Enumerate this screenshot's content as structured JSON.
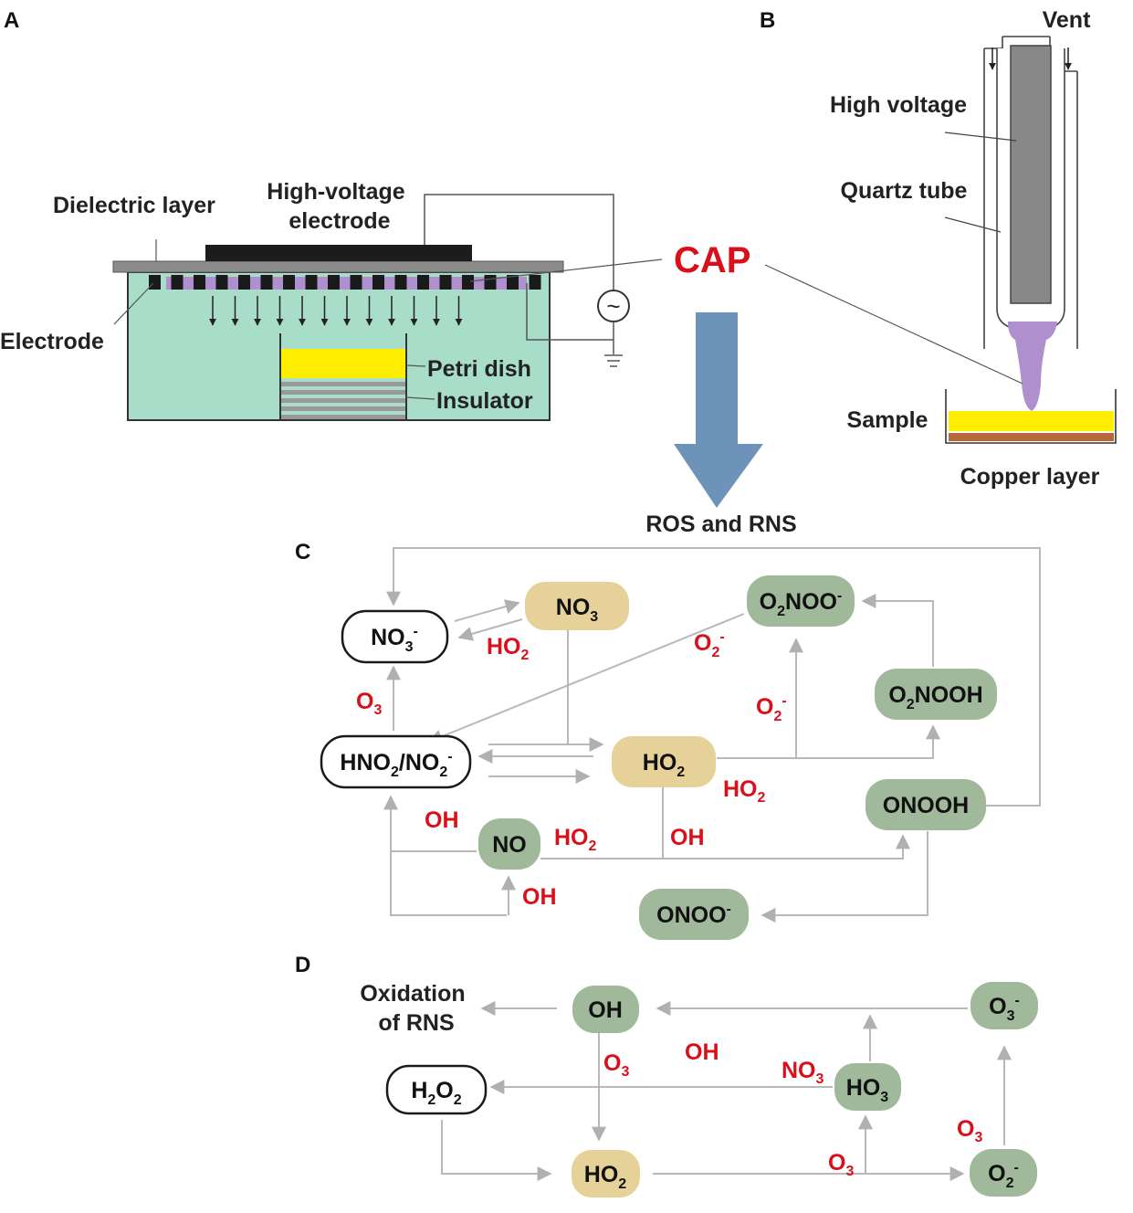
{
  "panels": {
    "a": "A",
    "b": "B",
    "c": "C",
    "d": "D"
  },
  "panel_a": {
    "dielectric_layer": "Dielectric layer",
    "hv_electrode_line1": "High-voltage",
    "hv_electrode_line2": "electrode",
    "electrode": "Electrode",
    "petri_dish": "Petri dish",
    "insulator": "Insulator",
    "ac_symbol": "~"
  },
  "panel_b": {
    "vent": "Vent",
    "high_voltage": "High voltage",
    "quartz_tube": "Quartz tube",
    "sample": "Sample",
    "copper_layer": "Copper layer"
  },
  "cap_label": "CAP",
  "ros_rns_label": "ROS and RNS",
  "panel_c": {
    "nodes": {
      "no3_ion": {
        "main": "NO",
        "sub": "3",
        "sup": "-"
      },
      "no3": {
        "main": "NO",
        "sub": "3"
      },
      "o2noo_ion": {
        "main1": "O",
        "sub": "2",
        "main2": "NOO",
        "sup": "-"
      },
      "hno2": {
        "main1": "HNO",
        "sub1": "2",
        "main2": "/NO",
        "sub2": "2",
        "sup": "-"
      },
      "ho2": {
        "main": "HO",
        "sub": "2"
      },
      "o2nooh": {
        "main1": "O",
        "sub": "2",
        "main2": "NOOH"
      },
      "onooh": {
        "main": "ONOOH"
      },
      "no": {
        "main": "NO"
      },
      "onoo_ion": {
        "main": "ONOO",
        "sup": "-"
      }
    },
    "reagents": {
      "ho2_top": {
        "main": "HO",
        "sub": "2"
      },
      "o3_left": {
        "main": "O",
        "sub": "3"
      },
      "o2_ion_diag": {
        "main": "O",
        "sub": "2",
        "sup": "-"
      },
      "o2_ion_mid": {
        "main": "O",
        "sub": "2",
        "sup": "-"
      },
      "ho2_right": {
        "main": "HO",
        "sub": "2"
      },
      "oh_left": "OH",
      "ho2_no": {
        "main": "HO",
        "sub": "2"
      },
      "oh_mid": "OH",
      "oh_bottom": "OH"
    }
  },
  "panel_d": {
    "oxidation_line1": "Oxidation",
    "oxidation_line2": "of RNS",
    "nodes": {
      "oh": {
        "main": "OH"
      },
      "o3_ion": {
        "main": "O",
        "sub": "3",
        "sup": "-"
      },
      "h2o2": {
        "main1": "H",
        "sub": "2",
        "main2": "O",
        "sub2": "2"
      },
      "ho3": {
        "main": "HO",
        "sub": "3"
      },
      "ho2": {
        "main": "HO",
        "sub": "2"
      },
      "o2_ion": {
        "main": "O",
        "sub": "2",
        "sup": "-"
      }
    },
    "reagents": {
      "o3_a": {
        "main": "O",
        "sub": "3"
      },
      "oh": "OH",
      "no3": {
        "main": "NO",
        "sub": "3"
      },
      "o3_b": {
        "main": "O",
        "sub": "3"
      },
      "o3_c": {
        "main": "O",
        "sub": "3"
      }
    }
  },
  "colors": {
    "chamber": "#a8ddc9",
    "purple_plasma": "#b08fce",
    "yellow_sample": "#ffee00",
    "node_green": "#9fb99a",
    "node_tan": "#e6d199",
    "arrow_gray": "#b8b8b8",
    "big_arrow": "#6e93b8",
    "reagent_red": "#d9101a",
    "copper": "#b8673a"
  }
}
